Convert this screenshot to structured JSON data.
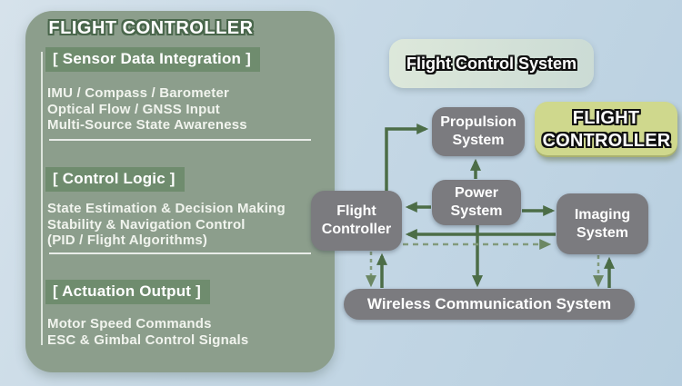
{
  "panel": {
    "title": "FLIGHT CONTROLLER",
    "sections": [
      {
        "header": "[ Sensor Data Integration ]",
        "lines": [
          "IMU / Compass / Barometer",
          "Optical Flow / GNSS Input",
          "Multi-Source State Awareness"
        ]
      },
      {
        "header": "[ Control Logic ]",
        "lines": [
          "State Estimation & Decision Making",
          "Stability & Navigation Control",
          "(PID / Flight Algorithms)"
        ]
      },
      {
        "header": "[ Actuation Output ]",
        "lines": [
          "Motor Speed Commands",
          "ESC & Gimbal Control Signals"
        ]
      }
    ]
  },
  "diagram": {
    "system_badge": "Flight Control System",
    "highlight_badge": "FLIGHT CONTROLLER",
    "nodes": {
      "flight_controller": "Flight Controller",
      "propulsion": "Propulsion System",
      "power": "Power System",
      "imaging": "Imaging System",
      "wireless": "Wireless Communication System"
    }
  },
  "colors": {
    "panel_green": "#8c9e8c",
    "section_header_green": "#6f8c6e",
    "node_gray": "#7b7b7f",
    "arrow_green": "#4c6d47",
    "dashed_green": "#829a7c",
    "highlight_yellow": "#cfd88d",
    "badge_pale_green": "#d5e2d7",
    "background_blue": "#c7d9e6"
  }
}
